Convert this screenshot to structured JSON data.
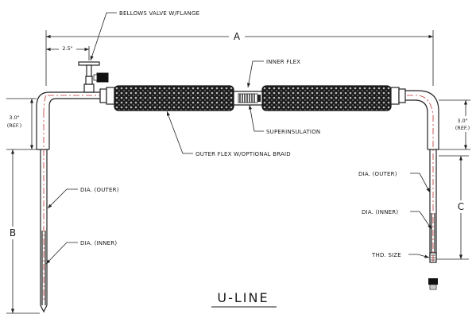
{
  "diagram": {
    "title": "U-LINE",
    "labels": {
      "bellows_valve": "BELLOWS VALVE W/FLANGE",
      "inner_flex": "INNER FLEX",
      "superinsulation": "SUPERINSULATION",
      "outer_flex": "OUTER FLEX W/OPTIONAL BRAID",
      "dia_outer_left": "DIA. (OUTER)",
      "dia_inner_left": "DIA. (INNER)",
      "dia_outer_right": "DIA. (OUTER)",
      "dia_inner_right": "DIA. (INNER)",
      "thd_size": "THD. SIZE"
    },
    "dimensions": {
      "a": "A",
      "b": "B",
      "c": "C",
      "offset": "2.5\"",
      "ref_left_value": "3.0\"",
      "ref_left_note": "(REF.)",
      "ref_right_value": "3.0\"",
      "ref_right_note": "(REF.)"
    }
  }
}
